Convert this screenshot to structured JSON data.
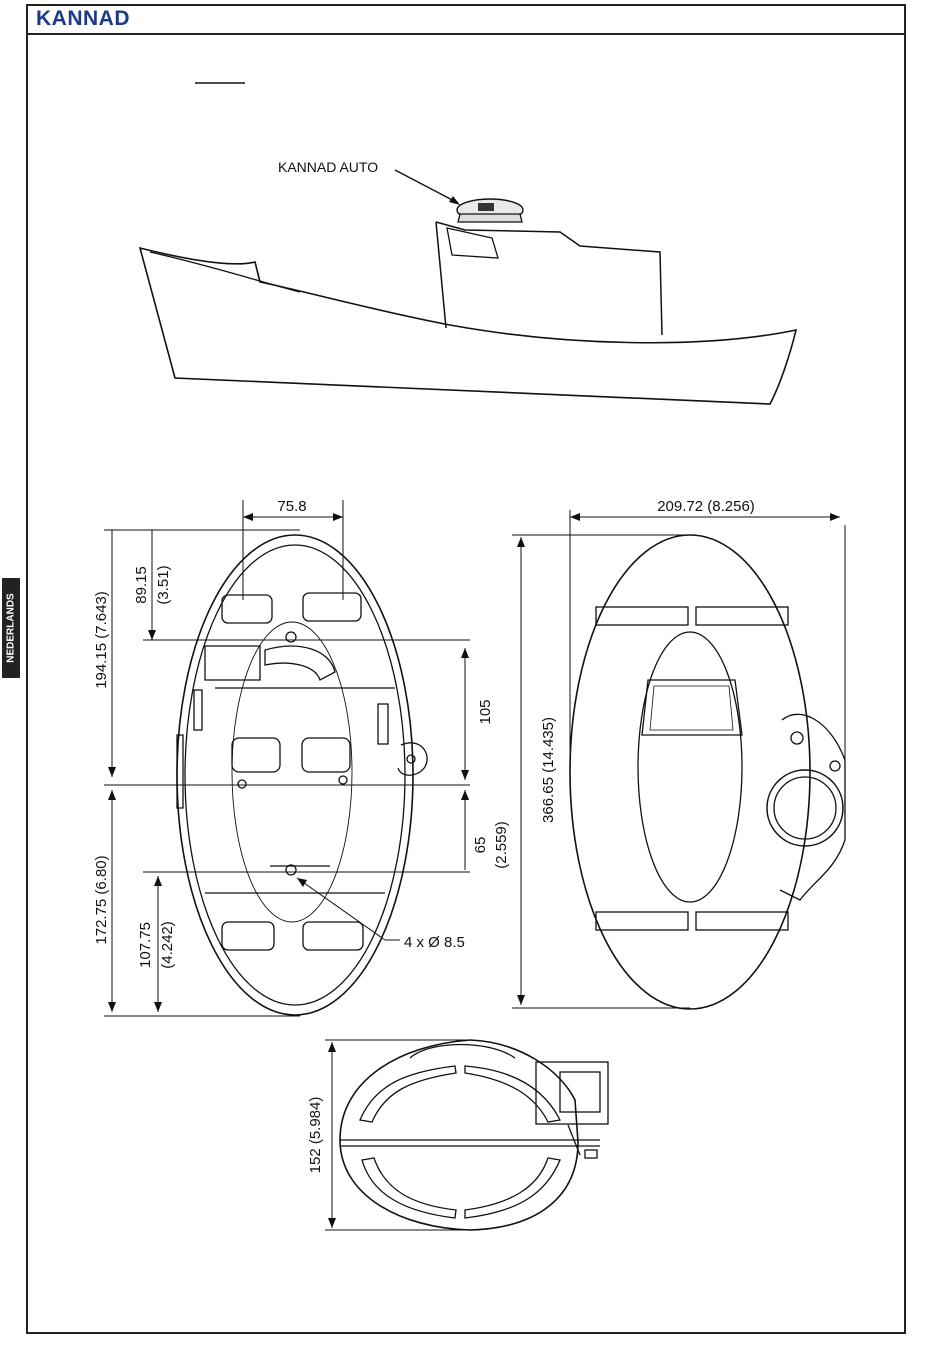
{
  "header": {
    "logo": {
      "text": "KANNAD",
      "color_main": "#1a3a8a",
      "color_accent": "#d9a21b"
    }
  },
  "side_tab": {
    "label": "NEDERLANDS"
  },
  "callouts": {
    "device_label": "KANNAD AUTO",
    "holes": "4 x Ø 8.5"
  },
  "dimensions": {
    "top_width": "75.8",
    "overall_width": "209.72 (8.256)",
    "upper_height_mm": "89.15",
    "upper_height_in": "(3.51)",
    "upper_total": "194.15 (7.643)",
    "hole_spacing_v": "105",
    "hole_spacing_h_mm": "65",
    "hole_spacing_h_in": "(2.559)",
    "lower_total": "172.75 (6.80)",
    "lower_height_mm": "107.75",
    "lower_height_in": "(4.242)",
    "overall_length": "366.65 (14.435)",
    "depth": "152 (5.984)"
  }
}
